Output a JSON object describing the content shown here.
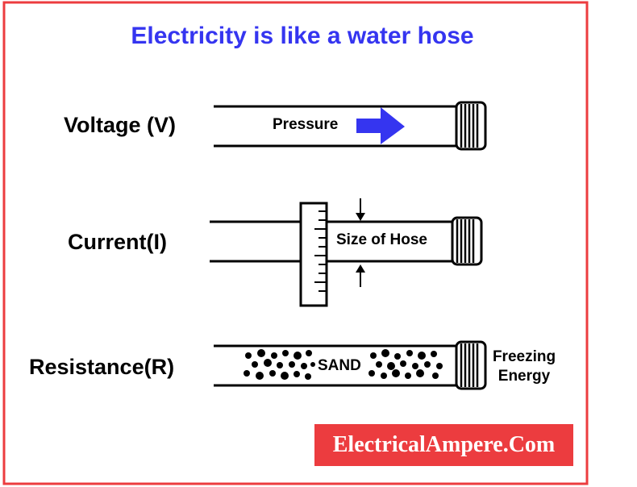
{
  "title": "Electricity is like a  water hose",
  "rows": [
    {
      "label": "Voltage (V)",
      "inner_text": "Pressure"
    },
    {
      "label": "Current(I)",
      "inner_text": "Size of Hose"
    },
    {
      "label": "Resistance(R)",
      "inner_text": "SAND",
      "side_text_line1": "Freezing",
      "side_text_line2": "Energy"
    }
  ],
  "brand": "ElectricalAmpere.Com",
  "colors": {
    "border": "#ec3c3f",
    "title": "#3535f0",
    "arrow": "#3535f0",
    "brand_bg": "#ec3c3f",
    "brand_text": "#ffffff"
  },
  "icons": [
    "right-arrow-icon",
    "down-arrow-icon",
    "up-arrow-icon",
    "hose-nozzle-icon",
    "ruler-icon"
  ]
}
